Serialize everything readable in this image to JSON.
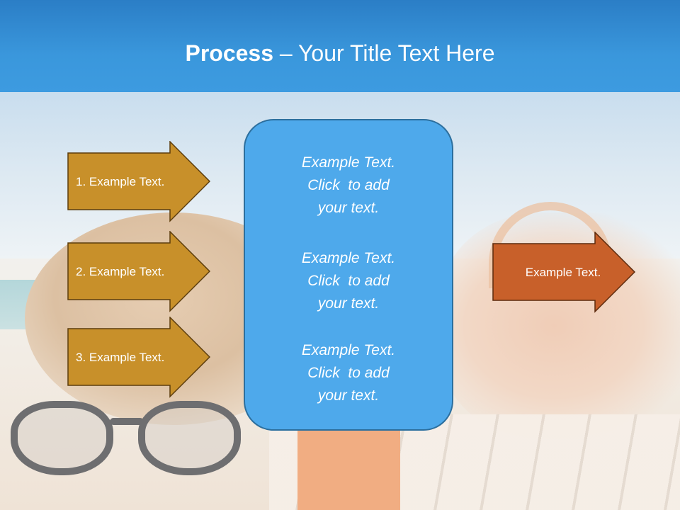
{
  "slide": {
    "title_bold": "Process",
    "title_rest": " – Your Title Text Here",
    "colors": {
      "title_bar": "#3a97dc",
      "gold_arrow": "#c8902a",
      "orange_arrow": "#c8602a",
      "center_box": "#4ea9eb"
    }
  },
  "left_arrows": [
    {
      "label": "1. Example Text."
    },
    {
      "label": "2. Example Text."
    },
    {
      "label": "3. Example Text."
    }
  ],
  "center_box": {
    "blocks": [
      "Example Text.\nClick  to add\nyour text.",
      "Example Text.\nClick  to add\nyour text.",
      "Example Text.\nClick  to add\nyour text."
    ]
  },
  "right_arrow": {
    "label": "Example Text."
  }
}
